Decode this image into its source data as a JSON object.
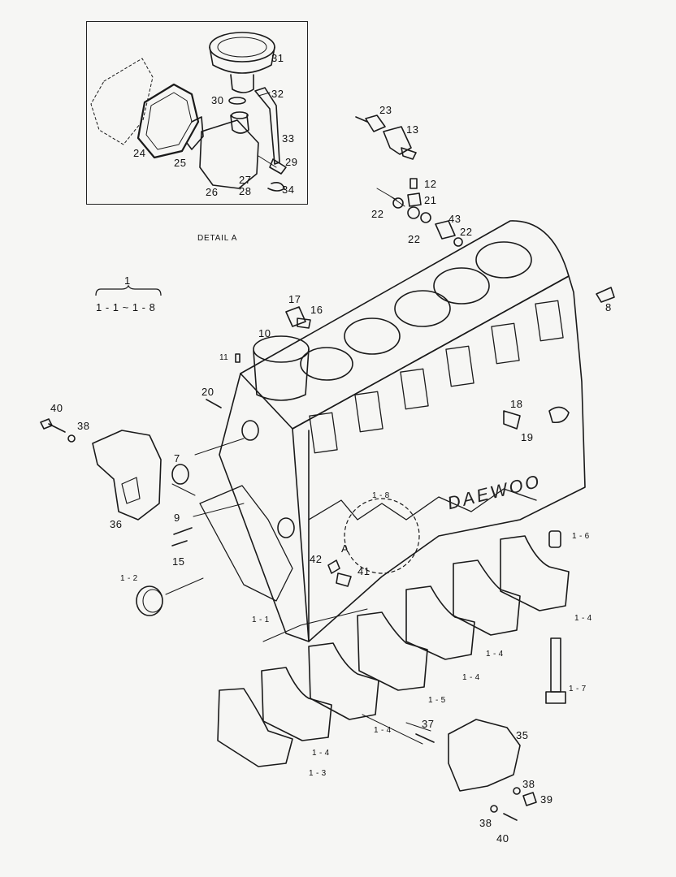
{
  "detail": {
    "title": "DETAIL A"
  },
  "brand": {
    "text": "DAEWOO"
  },
  "group_label": {
    "number": "1",
    "range": "1 - 1 ~ 1 - 8"
  },
  "callouts": {
    "c31": "31",
    "c32": "32",
    "c30": "30",
    "c33": "33",
    "c24": "24",
    "c25": "25",
    "c29": "29",
    "c27": "27",
    "c26": "26",
    "c28": "28",
    "c34": "34",
    "c23": "23",
    "c13": "13",
    "c12": "12",
    "c21": "21",
    "c22a": "22",
    "c22b": "22",
    "c22c": "22",
    "c43": "43",
    "c17": "17",
    "c16": "16",
    "c10": "10",
    "c11": "11",
    "c8": "8",
    "c20": "20",
    "c18": "18",
    "c19": "19",
    "c40a": "40",
    "c38a": "38",
    "c7": "7",
    "c36": "36",
    "c9": "9",
    "c1_8": "1 - 8",
    "c15": "15",
    "cA": "A",
    "c42": "42",
    "c41": "41",
    "c1_2": "1 - 2",
    "c1_6": "1 - 6",
    "c1_1": "1 - 1",
    "c1_4a": "1 - 4",
    "c1_4b": "1 - 4",
    "c1_4c": "1 - 4",
    "c1_4d": "1 - 4",
    "c1_4e": "1 - 4",
    "c1_7": "1 - 7",
    "c1_5": "1 - 5",
    "c37": "37",
    "c35": "35",
    "c1_3": "1 - 3",
    "c38b": "38",
    "c39": "39",
    "c38c": "38",
    "c40b": "40"
  }
}
